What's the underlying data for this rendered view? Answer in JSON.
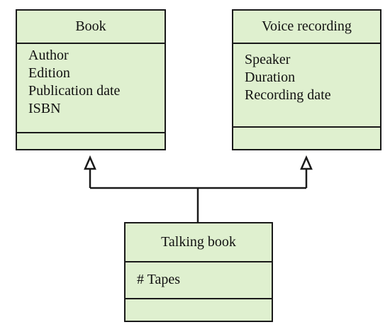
{
  "theme": {
    "fill": "#dff0cf",
    "border": "#1a1a1a",
    "line": "#1a1a1a"
  },
  "classes": [
    {
      "name": "Book",
      "attributes": [
        "Author",
        "Edition",
        "Publication date",
        "ISBN"
      ]
    },
    {
      "name": "Voice recording",
      "attributes": [
        "Speaker",
        "Duration",
        "Recording date"
      ]
    },
    {
      "name": "Talking book",
      "attributes": [
        "# Tapes"
      ]
    }
  ],
  "relationships": [
    {
      "type": "generalization",
      "from": "Talking book",
      "to": "Book"
    },
    {
      "type": "generalization",
      "from": "Talking book",
      "to": "Voice recording"
    }
  ]
}
